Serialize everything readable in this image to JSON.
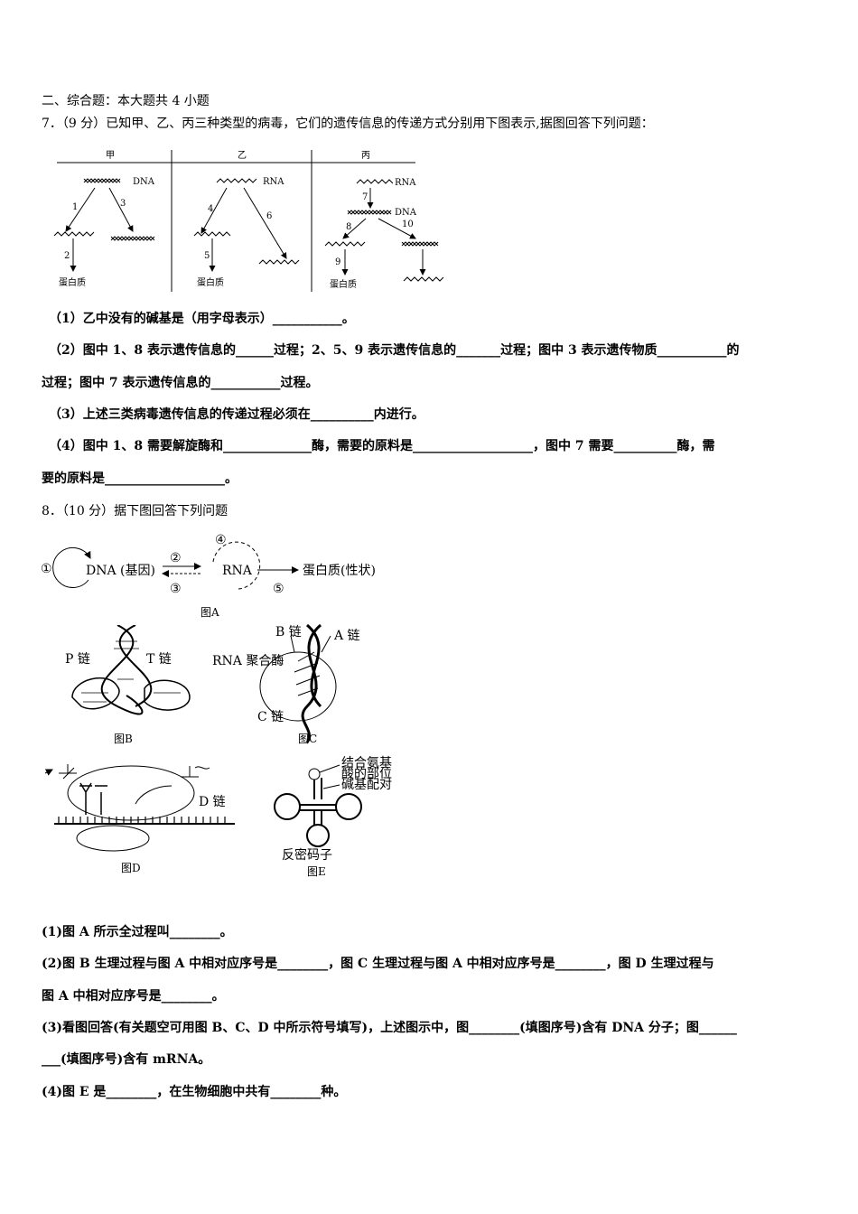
{
  "section_heading": "二、综合题：本大题共 4 小题",
  "q7": {
    "stem": "7．（9 分）已知甲、乙、丙三种类型的病毒，它们的遗传信息的传递方式分别用下图表示,据图回答下列问题：",
    "figure": {
      "headers": [
        "甲",
        "乙",
        "丙"
      ],
      "dna": "DNA",
      "rna": "RNA",
      "protein": "蛋白质",
      "nums": [
        "1",
        "2",
        "3",
        "4",
        "5",
        "6",
        "7",
        "8",
        "9",
        "10"
      ]
    },
    "lines": [
      "（1）乙中没有的碱基是（用字母表示）___________。",
      "（2）图中 1、8 表示遗传信息的______过程；2、5、9 表示遗传信息的_______过程；图中 3 表示遗传物质___________的",
      "过程；图中 7 表示遗传信息的___________过程。",
      "（3）上述三类病毒遗传信息的传递过程必须在__________内进行。",
      "（4）图中 1、8 需要解旋酶和______________酶，需要的原料是___________________，图中 7 需要__________酶，需",
      "要的原料是___________________。"
    ]
  },
  "q8": {
    "stem": "8．（10 分）据下图回答下列问题",
    "figA": {
      "c1": "①",
      "c2": "②",
      "c3": "③",
      "c4": "④",
      "c5": "⑤",
      "dna": "DNA (基因)",
      "rna": "RNA",
      "protein": "蛋白质(性状)",
      "caption": "图A"
    },
    "figB": {
      "p": "P 链",
      "t": "T 链",
      "caption": "图B"
    },
    "figC": {
      "b": "B 链",
      "a": "A 链",
      "enzyme": "RNA 聚合酶",
      "c": "C 链",
      "caption": "图C"
    },
    "figD": {
      "d": "D 链",
      "caption": "图D"
    },
    "figE": {
      "site1": "结合氨基",
      "site2": "酸的部位",
      "pair": "碱基配对",
      "anticodon": "反密码子",
      "caption": "图E"
    },
    "lines": [
      "(1)图 A 所示全过程叫________。",
      "(2)图 B 生理过程与图 A 中相对应序号是________，图 C 生理过程与图 A 中相对应序号是________，图 D 生理过程与",
      "图 A 中相对应序号是________。",
      "(3)看图回答(有关题空可用图 B、C、D 中所示符号填写)，上述图示中，图________(填图序号)含有 DNA 分子；图______",
      "___(填图序号)含有 mRNA。",
      "(4)图 E 是________，在生物细胞中共有________种。"
    ]
  }
}
